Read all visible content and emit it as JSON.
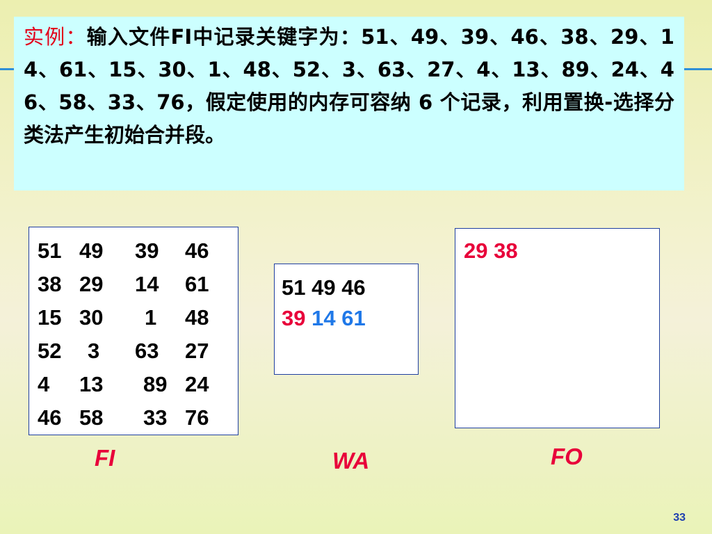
{
  "example": {
    "label": "实例：",
    "text": "输入文件FI中记录关键字为：51、49、39、46、38、29、14、61、15、30、1、48、52、3、63、27、4、13、89、24、46、58、33、76，假定使用的内存可容纳 6 个记录，利用置换-选择分类法产生初始合并段。"
  },
  "fi": {
    "label": "FI",
    "rows": [
      [
        "51",
        "49",
        "39",
        "46"
      ],
      [
        "38",
        "29",
        "14",
        "61"
      ],
      [
        "15",
        "30",
        "1",
        "48"
      ],
      [
        "52",
        "3",
        "63",
        "27"
      ],
      [
        "4",
        "13",
        "89",
        "24"
      ],
      [
        "46",
        "58",
        "33",
        "76"
      ]
    ]
  },
  "wa": {
    "label": "WA",
    "line1": "51 49 46",
    "line2_red": "39",
    "line2_blue": "14 61"
  },
  "fo": {
    "label": "FO",
    "content": "29 38"
  },
  "page_number": "33",
  "colors": {
    "highlight_red": "#e8003a",
    "highlight_blue": "#1f78e8",
    "box_background": "#ccffff",
    "rule": "#2f8fd6"
  }
}
